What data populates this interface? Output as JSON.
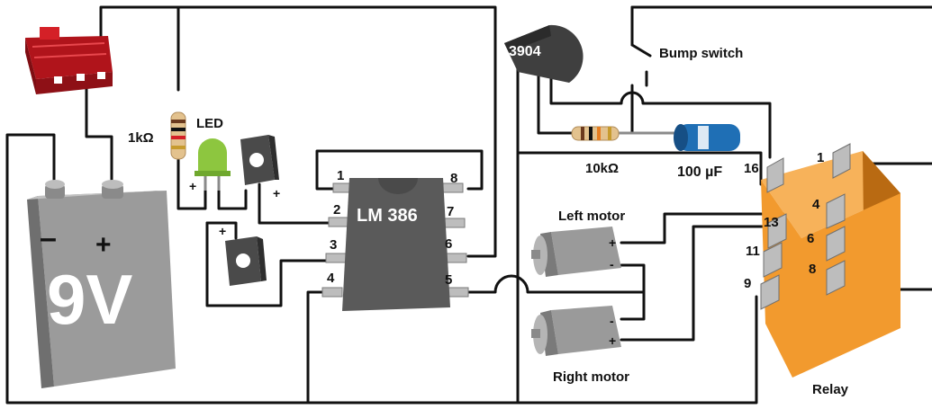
{
  "labels": {
    "resistor_1k": "1kΩ",
    "led": "LED",
    "transistor": "3904",
    "bump_switch": "Bump switch",
    "resistor_10k": "10kΩ",
    "capacitor": "100 µF",
    "chip": "LM 386",
    "battery": "9V",
    "battery_minus": "–",
    "battery_plus": "+",
    "left_motor": "Left motor",
    "right_motor": "Right motor",
    "relay": "Relay",
    "polarity_plus": "+",
    "polarity_minus": "-"
  },
  "chip_pins": [
    "1",
    "2",
    "3",
    "4",
    "5",
    "6",
    "7",
    "8"
  ],
  "relay_pins": [
    "16",
    "1",
    "4",
    "13",
    "6",
    "11",
    "8",
    "9"
  ],
  "colors": {
    "wire": "#111111",
    "switch": "#d42027",
    "led": "#8dc63f",
    "chip": "#5a5a5a",
    "battery": "#9b9b9b",
    "relay": "#f29a2e",
    "capacitor": "#1f6fb5",
    "transistor": "#4a4a4a",
    "motor": "#9a9a9a"
  }
}
